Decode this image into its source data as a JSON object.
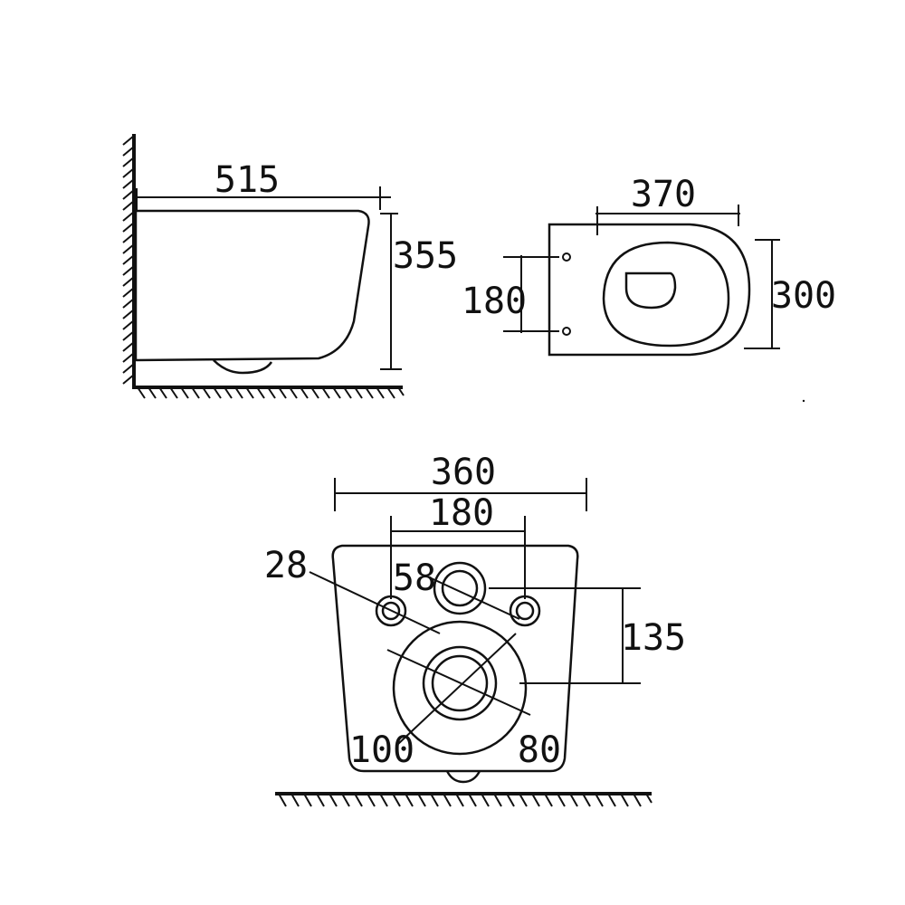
{
  "dimensions": {
    "side_length": "515",
    "side_height": "355",
    "top_length": "370",
    "top_bolt_spacing": "180",
    "top_width": "300",
    "back_width": "360",
    "back_bolt_spacing": "180",
    "back_bolt_hole": "28",
    "back_inlet_hole": "58",
    "back_inlet_offset": "135",
    "back_outlet_outer": "100",
    "back_outlet_inner": "80"
  }
}
